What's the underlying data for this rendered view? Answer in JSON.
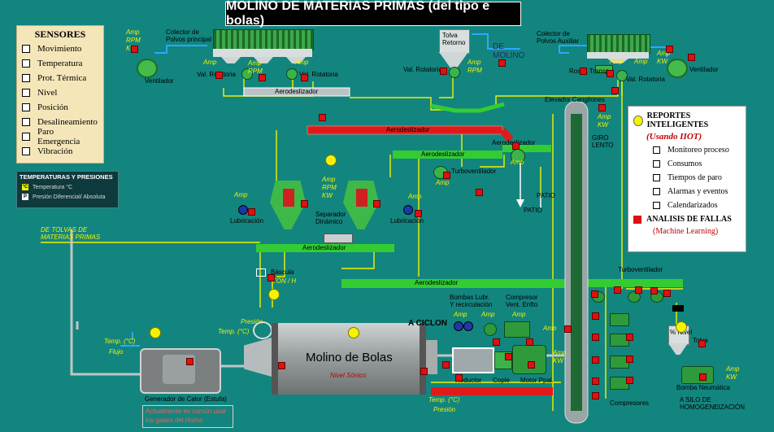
{
  "title": "MOLINO  DE MATERIAS PRIMAS (del tipo e bolas)",
  "sensors": {
    "title": "SENSORES",
    "items": [
      "Movimiento",
      "Temperatura",
      "Prot. Térmica",
      "Nivel",
      "Posición",
      "Desalineamiento",
      "Paro Emergencia",
      "Vibración"
    ]
  },
  "legend": {
    "title": "TEMPERATURAS Y PRESIONES",
    "items": [
      {
        "code": "°C",
        "label": "Temperatura  °C",
        "color": "#f2f200"
      },
      {
        "code": "P",
        "label": "Presión Diferencial/ Absoluta",
        "color": "#ffffff"
      }
    ]
  },
  "reports": {
    "title": "REPORTES INTELIGENTES",
    "subtitle": "(Usando IIOT)",
    "items": [
      "Monitoreo proceso",
      "Consumos",
      "Tiempos de paro",
      "Alarmas y eventos",
      "Calendarizados"
    ],
    "analysis": "ANALISIS DE FALLAS",
    "analysis_sub": "(Machine Learning)"
  },
  "labels": {
    "collector_main": "Colector de\nPolvos principal",
    "collector_aux": "Colector de\nPolvos Auxiliar",
    "tolva_retorno": "Tolva\nRetorno",
    "de_molino": "DE\nMOLINO",
    "ventilador_left": "Ventilador",
    "ventilador_right": "Ventilador",
    "val_rot_1": "Val. Rotatoria",
    "val_rot_2": "Val. Rotatoria",
    "val_rot_3": "Val. Rotatoria",
    "rosca": "Rosca Transp.",
    "val_rot_4": "Val. Rotatoria",
    "aero_top": "Aerodeslizador",
    "aero_red1": "Aerodeslizador",
    "aero_green1": "Aerodeslizador",
    "aero_green2": "Aerodeslizador",
    "aero_green3": "Aerodeslizador",
    "aero_bottom": "Aerodeslizador",
    "elevador": "Elevador Cangilones",
    "giro": "GIRO\nLENTO",
    "turbovent_1": "Turboventilador",
    "turbovent_2": "Turboventilador",
    "patio1": "PATIO",
    "patio2": "PATIO",
    "lubricacion_1": "Lubricación",
    "lubricacion_2": "Lubricación",
    "separador": "Separador\nDinámico",
    "de_tolvas": "DE TOLVAS DE\nMATERIAS PRIMAS",
    "bascula": "Báscula",
    "ton_h": "TON / H",
    "presion_1": "Presión",
    "temp_1": "Temp. (°C)",
    "temp_2": "Temp. (°C)",
    "flujo": "Flujo",
    "molino": "Molino de Bolas",
    "nivel_sonico": "Nivel Sónico",
    "a_ciclon": "A CICLON",
    "bombas": "Bombas Lubr.\nY recirculación",
    "compresor": "Compresor\nVent. Enfto",
    "reductor": "Reductor",
    "cople": "Cople",
    "motor": "Motor Ppal.",
    "temp_3": "Temp. (°C)",
    "presion_2": "Presión",
    "generador": "Generador de Calor (Estufa)",
    "note": "Actualmente  es común usar\nlos gases del Horno",
    "compresores": "Compresores",
    "tolva": "Tolva",
    "pct_nivel": "% Nivel",
    "bomba_neu": "Bomba Neumática",
    "a_silo": "A SILO DE\nHOMOGENEIZACIÓN",
    "amp": "Amp",
    "rpm": "RPM",
    "kw": "KW"
  },
  "colors": {
    "background": "#13857f",
    "sensor_marker": "#e01010",
    "aero_green": "#33cc33",
    "aero_red": "#e01a1a",
    "signal_line": "#ffff00",
    "air_line": "#2aa8ff"
  }
}
